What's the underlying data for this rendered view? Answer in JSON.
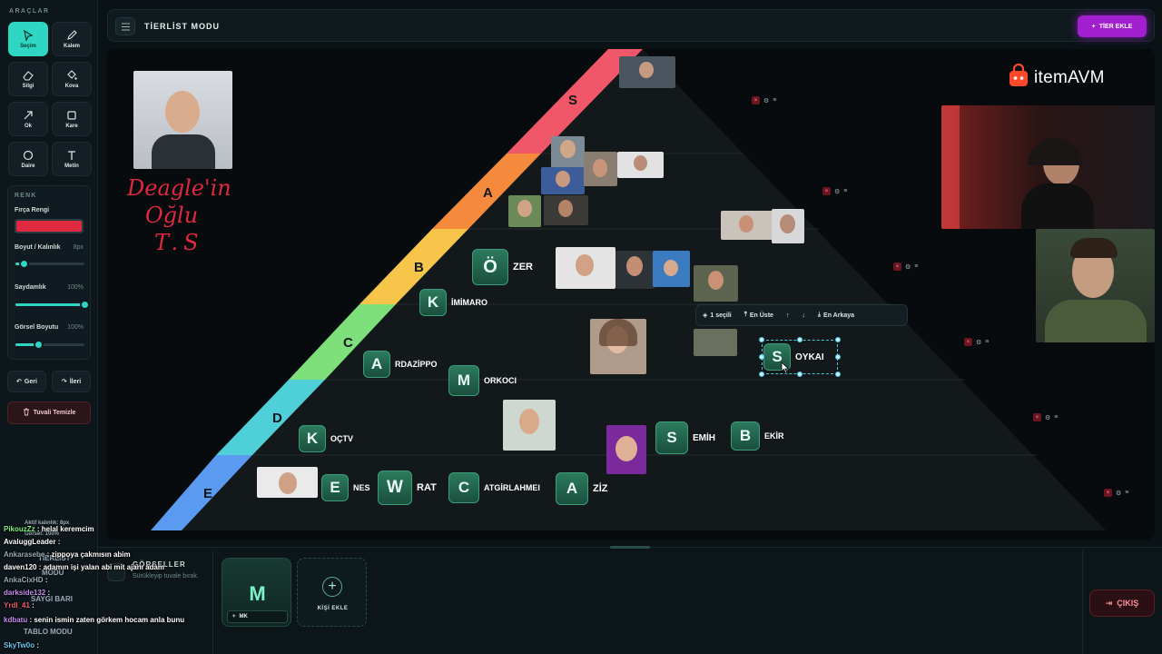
{
  "sidebar": {
    "title": "ARAÇLAR",
    "tools": [
      {
        "label": "Seçim",
        "icon": "cursor-icon"
      },
      {
        "label": "Kalem",
        "icon": "pencil-icon"
      },
      {
        "label": "Silgi",
        "icon": "eraser-icon"
      },
      {
        "label": "Kova",
        "icon": "bucket-icon"
      },
      {
        "label": "Ok",
        "icon": "arrow-icon"
      },
      {
        "label": "Kare",
        "icon": "square-icon"
      },
      {
        "label": "Daire",
        "icon": "circle-icon"
      },
      {
        "label": "Metin",
        "icon": "text-icon"
      }
    ],
    "renk": {
      "title": "RENK",
      "brush_label": "Fırça Rengi",
      "brush_color": "#e0293f",
      "size_label": "Boyut / Kalınlık",
      "size_value": "8px",
      "size_level": 0.12,
      "opacity_label": "Saydamlık",
      "opacity_value": "100%",
      "opacity_level": 1.0,
      "imgsize_label": "Görsel Boyutu",
      "imgsize_value": "100%",
      "imgsize_level": 0.33
    },
    "back_label": "Geri",
    "forward_label": "İleri",
    "clear_label": "Tuvali Temizle"
  },
  "header": {
    "title": "TİERLİST MODU",
    "add_tier_label": "TİER EKLE",
    "accent": "#a21fd0"
  },
  "tiers": [
    {
      "letter": "S",
      "color": "#f0586a"
    },
    {
      "letter": "A",
      "color": "#f58a3c"
    },
    {
      "letter": "B",
      "color": "#f6c54a"
    },
    {
      "letter": "C",
      "color": "#7ee07a"
    },
    {
      "letter": "D",
      "color": "#4fd0d8"
    },
    {
      "letter": "E",
      "color": "#5a9af0"
    }
  ],
  "people": [
    {
      "initial": "Ö",
      "name": "ZER"
    },
    {
      "initial": "K",
      "name": "İMİMARO"
    },
    {
      "initial": "A",
      "name": "RDAZİPPO"
    },
    {
      "initial": "M",
      "name": "ORKOCI"
    },
    {
      "initial": "S",
      "name": "OYKAI"
    },
    {
      "initial": "K",
      "name": "OÇTV"
    },
    {
      "initial": "S",
      "name": "EMİH"
    },
    {
      "initial": "B",
      "name": "EKİR"
    },
    {
      "initial": "E",
      "name": "NES"
    },
    {
      "initial": "W",
      "name": "RAT"
    },
    {
      "initial": "C",
      "name": "ATGİRLAHMEI"
    },
    {
      "initial": "A",
      "name": "ZİZ"
    }
  ],
  "handwriting": [
    "Deagle'in",
    "Oğlu",
    "T.S"
  ],
  "logo": {
    "name": "itemAVM"
  },
  "selection_toolbar": {
    "selected_label": "1 seçili",
    "top_label": "En Üste",
    "back_label": "En Arkaya"
  },
  "bottom": {
    "images_title": "GÖRSELLER",
    "images_sub": "Sürükleyip tuvale bırak.",
    "card_initial": "M",
    "card_tag": "MK",
    "add_person_label": "KİŞİ EKLE",
    "exit_label": "ÇIKIŞ"
  },
  "ghost_texts": [
    "Aktif kalınlık: 8px",
    "Görsel: 100%",
    "TİERLİST",
    "MODU",
    "SAYGI BARI",
    "TABLO MODU"
  ],
  "chat": [
    {
      "user": "PikouzZz",
      "text": ": helal keremcim",
      "color": "#7cf07a"
    },
    {
      "user": "AvaluggLeader",
      "text": ":",
      "color": "#ffffff"
    },
    {
      "user": "Ankarasebe",
      "text": ": zippoya çakmısın abim",
      "color": "#9aa9b3"
    },
    {
      "user": "daven120",
      "text": ": adamın işi yalan abi mit ajanı adam",
      "color": "#ffffff"
    },
    {
      "user": "AnkaCixHD",
      "text": ":",
      "color": "#9aa9b3"
    },
    {
      "user": "darkside132",
      "text": ":",
      "color": "#c88cf0"
    },
    {
      "user": "Yrdl_41",
      "text": ":",
      "color": "#f05a6a"
    },
    {
      "user": "kdbatu",
      "text": ": senin ismin zaten görkem hocam anla bunu",
      "color": "#c88cf0"
    },
    {
      "user": "SkyTw0o",
      "text": ":",
      "color": "#6cc7f0"
    }
  ]
}
